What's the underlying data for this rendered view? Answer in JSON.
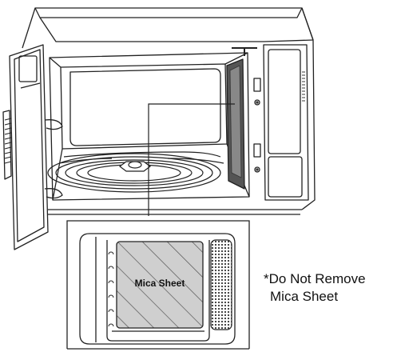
{
  "diagram": {
    "inset_label": "Mica Sheet",
    "note_line1": "*Do Not Remove",
    "note_line2": "Mica Sheet"
  },
  "colors": {
    "line": "#222222",
    "mica_fill": "#c8c8c8"
  }
}
